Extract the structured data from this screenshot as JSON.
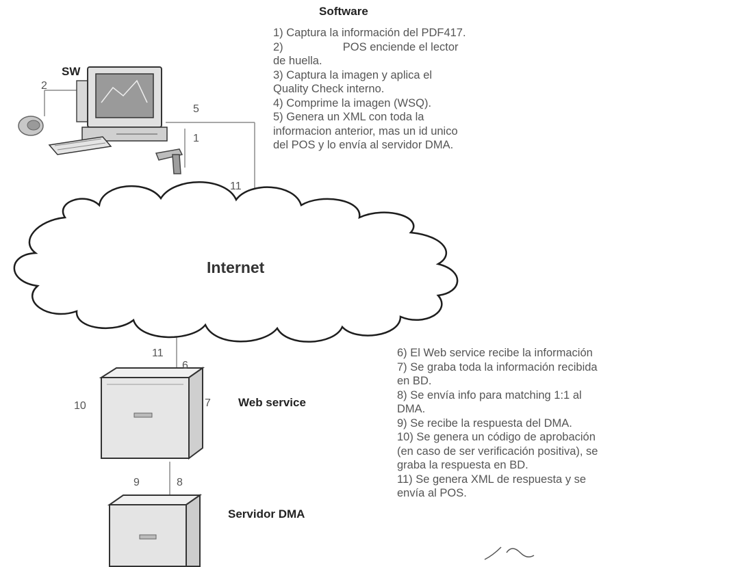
{
  "software_title": "Software",
  "sw_label": "SW",
  "cloud_label": "Internet",
  "web_service_label": "Web service",
  "dma_label": "Servidor DMA",
  "link_numbers": {
    "n2": "2",
    "n5": "5",
    "n1": "1",
    "n11_top": "11",
    "n11_bottom": "11",
    "n6": "6",
    "n10": "10",
    "n7": "7",
    "n9": "9",
    "n8": "8"
  },
  "software_steps": [
    "1) Captura la información del PDF417.",
    "2)                   POS enciende el lector",
    "de huella.",
    "3) Captura la imagen y aplica el",
    "Quality Check interno.",
    "4) Comprime la imagen (WSQ).",
    "5) Genera un XML con toda la",
    "informacion anterior, mas un id unico",
    "del POS y lo envía al servidor DMA."
  ],
  "server_steps": [
    "6) El Web service recibe la información",
    "7) Se graba toda la información recibida",
    "en BD.",
    "8) Se envía info para matching 1:1 al",
    "DMA.",
    "9) Se recibe la respuesta del DMA.",
    "10) Se genera un código de aprobación",
    "(en caso de ser verificación positiva), se",
    "graba la respuesta en BD.",
    "11) Se genera XML de respuesta y se",
    "envía al POS."
  ]
}
